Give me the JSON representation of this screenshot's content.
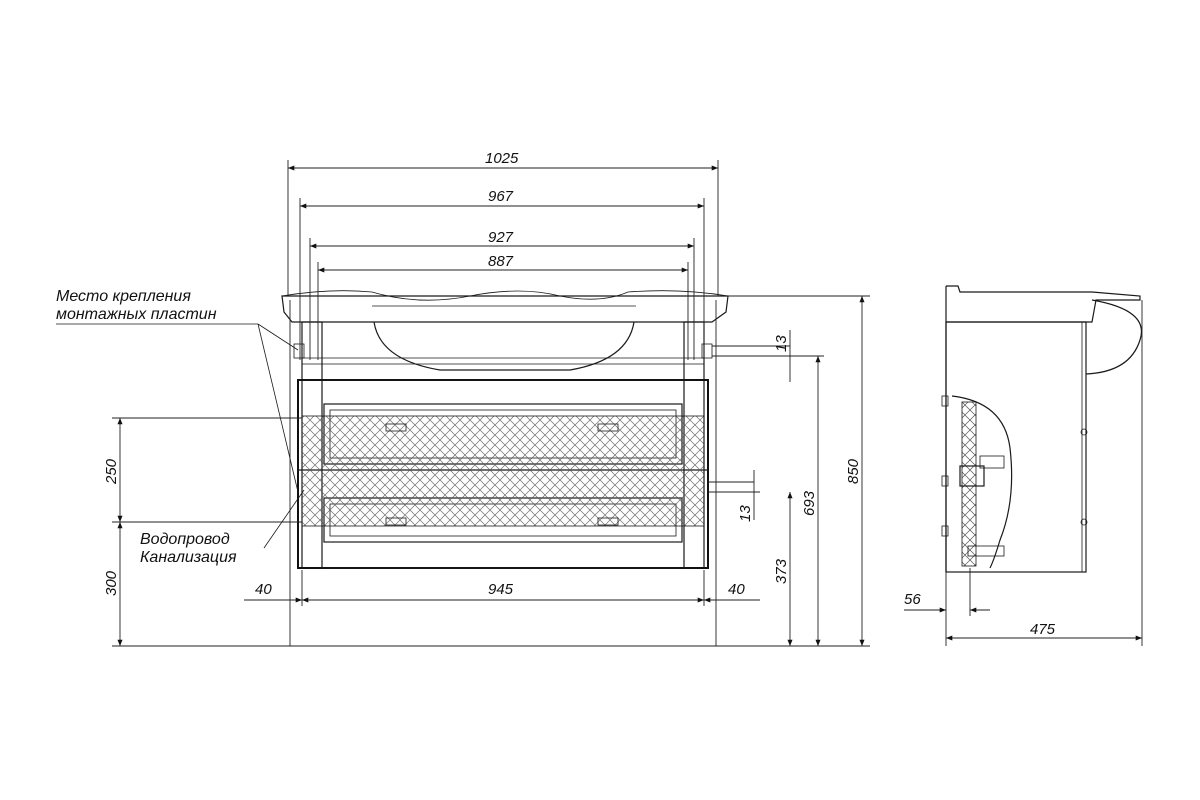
{
  "labels": {
    "mount_line1": "Место крепления",
    "mount_line2": "монтажных пластин",
    "pipe_line1": "Водопровод",
    "pipe_line2": "Канализация"
  },
  "dimensions": {
    "top_width": "1025",
    "basin_width": "967",
    "mount_span_outer": "927",
    "mount_span_inner": "887",
    "cabinet_width": "945",
    "side_offset_left": "40",
    "side_offset_right": "40",
    "total_height": "850",
    "mount_height": "693",
    "mount_offset_top": "13",
    "mount_offset_mid": "13",
    "drawer_height": "373",
    "water_zone": "250",
    "drain_height": "300",
    "depth": "475",
    "wall_gap": "56"
  }
}
